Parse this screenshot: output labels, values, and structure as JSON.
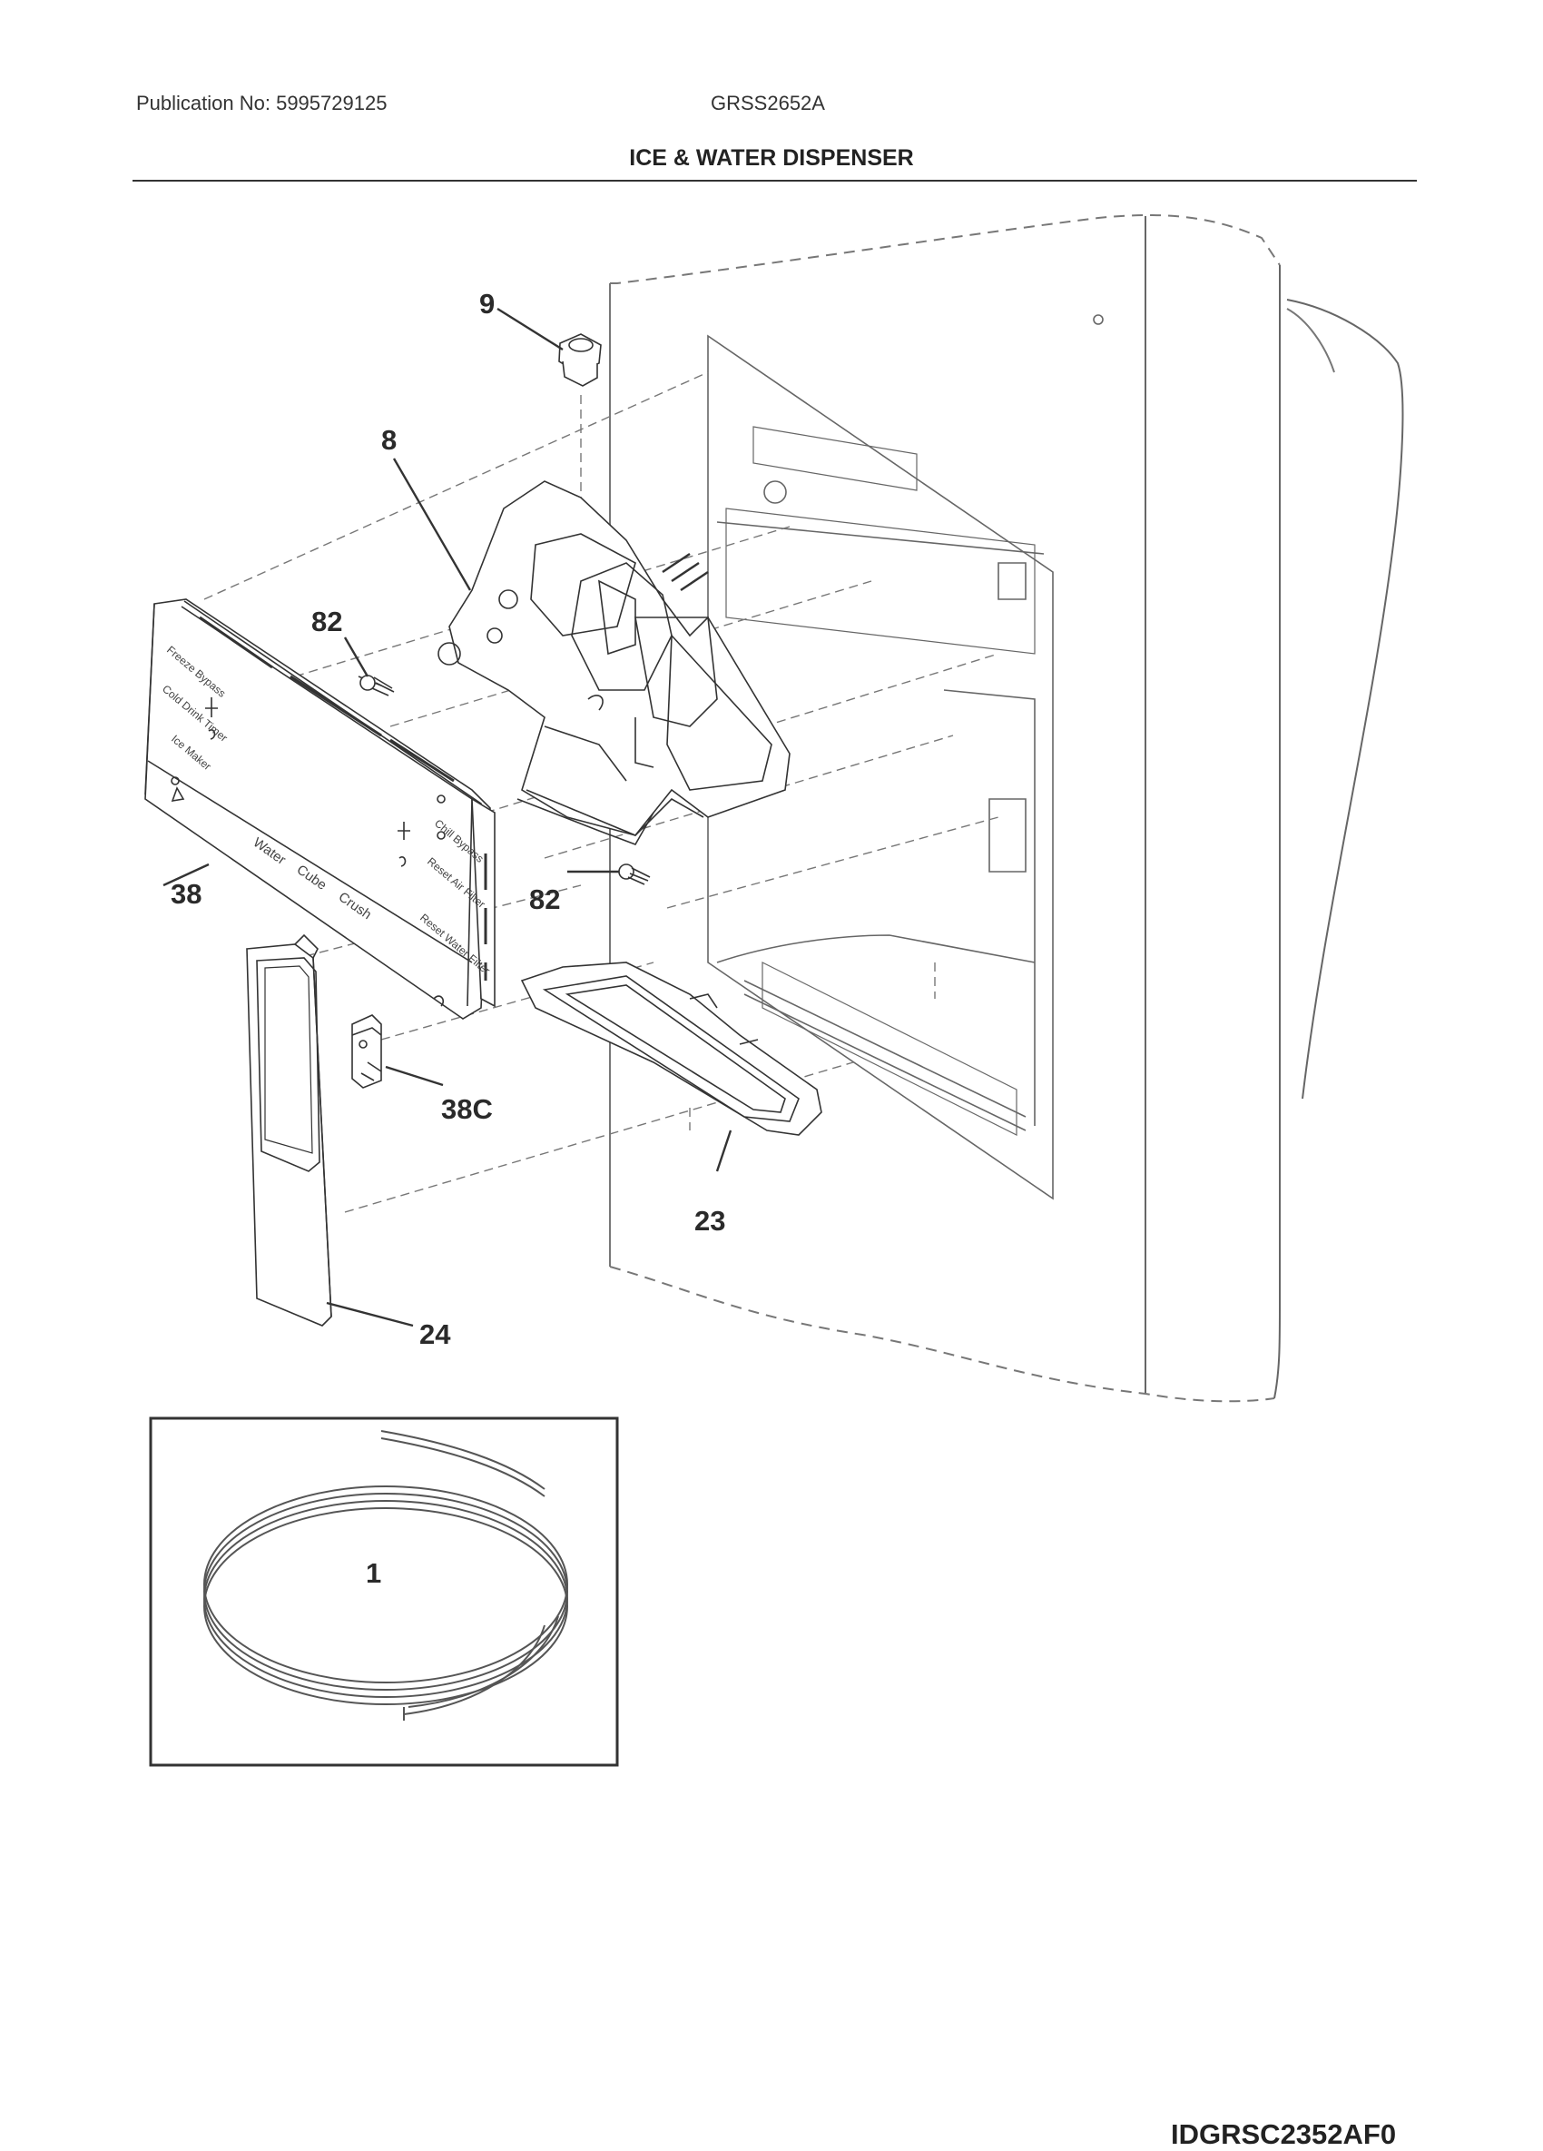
{
  "header": {
    "publication": "Publication No: 5995729125",
    "model": "GRSS2652A",
    "title": "ICE & WATER DISPENSER"
  },
  "callouts": {
    "c9": "9",
    "c8": "8",
    "c82a": "82",
    "c82b": "82",
    "c38": "38",
    "c38c": "38C",
    "c23": "23",
    "c24": "24",
    "c1": "1"
  },
  "panel_labels": {
    "freeze_bypass": "Freeze Bypass",
    "cold_drink_timer": "Cold Drink Timer",
    "ice_maker": "Ice Maker",
    "chill_bypass": "Chill Bypass",
    "reset_air_filter": "Reset Air Filter",
    "reset_water_filter": "Reset Water Filter",
    "water": "Water",
    "cube": "Cube",
    "crush": "Crush"
  },
  "diagram_id": "IDGRSC2352AF0"
}
